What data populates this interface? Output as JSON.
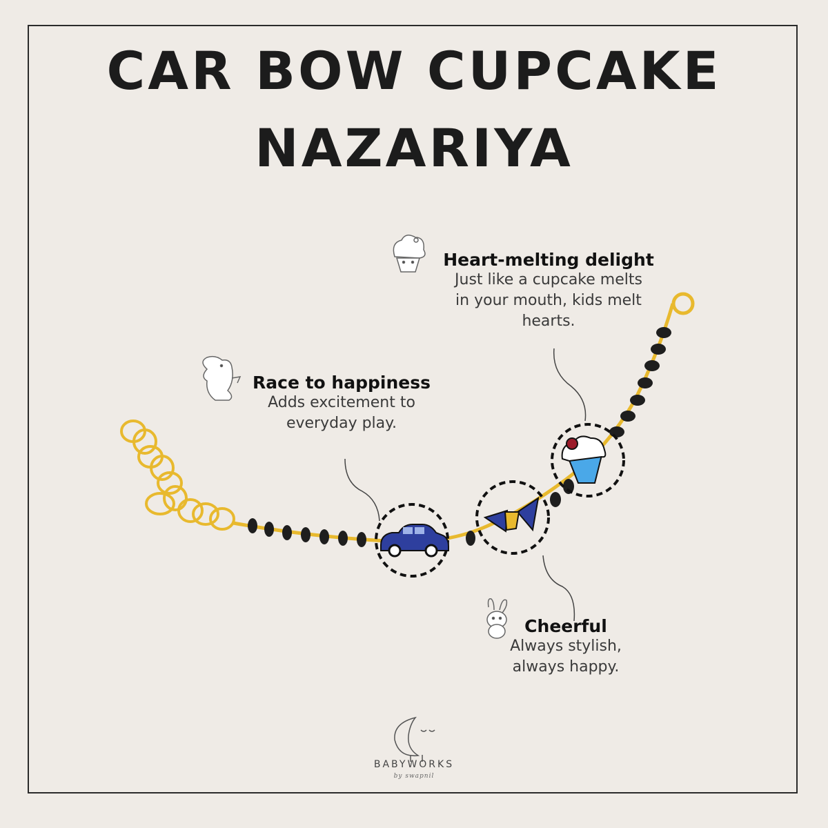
{
  "title": {
    "line1": "CAR BOW CUPCAKE",
    "line2": "NAZARIYA"
  },
  "callouts": {
    "cupcake": {
      "heading": "Heart-melting delight",
      "desc1": "Just like a cupcake melts",
      "desc2": "in your mouth, kids melt",
      "desc3": "hearts.",
      "icon": "cupcake-icon"
    },
    "car": {
      "heading": "Race to happiness",
      "desc1": "Adds excitement to",
      "desc2": "everyday play.",
      "icon": "dinosaur-icon"
    },
    "bow": {
      "heading": "Cheerful",
      "desc1": "Always stylish,",
      "desc2": "always happy.",
      "icon": "bunny-icon"
    }
  },
  "brand": {
    "name": "BABYWORKS",
    "tagline": "by swapnil",
    "icon": "moon-icon"
  },
  "colors": {
    "background": "#efebe6",
    "gold": "#e8b92e",
    "bead": "#1e1e1e",
    "blue": "#2e3f9e",
    "sky": "#4aa8e8",
    "cherry": "#9b1b2a"
  }
}
